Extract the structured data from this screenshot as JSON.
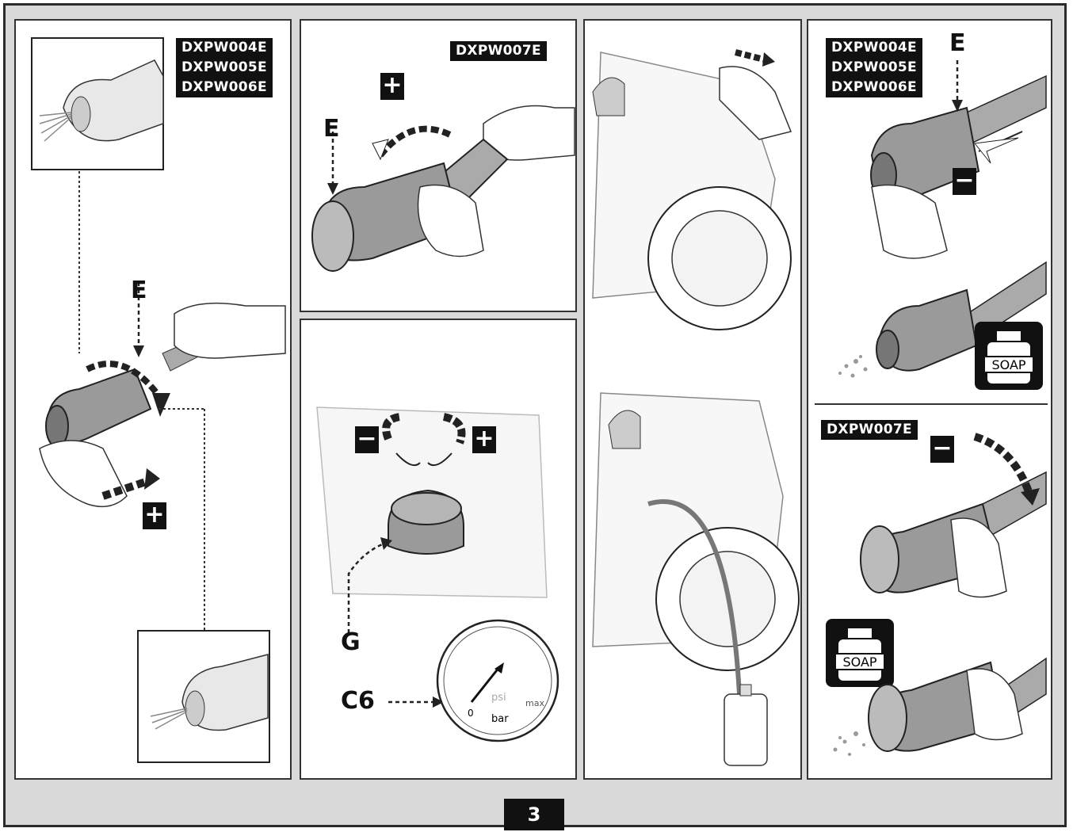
{
  "page_number": "3",
  "panels": {
    "p1": {
      "label": "DXPW004E\nDXPW005E\nDXPW006E",
      "letter": "E",
      "sign": "+"
    },
    "p2": {
      "label": "DXPW007E",
      "letter": "E",
      "sign": "+"
    },
    "p3": {
      "letter_g": "G",
      "letter_c6": "C6",
      "sign_minus": "−",
      "sign_plus": "+",
      "gauge": {
        "zero": "0",
        "unit_psi": "psi",
        "max": "max",
        "unit_bar": "bar"
      }
    },
    "p5_top": {
      "label": "DXPW004E\nDXPW005E\nDXPW006E",
      "letter": "E",
      "sign": "−",
      "soap": "SOAP"
    },
    "p5_bottom": {
      "label": "DXPW007E",
      "sign": "−",
      "soap": "SOAP"
    }
  },
  "colors": {
    "frame_bg": "#d9d9d9",
    "ink": "#111111",
    "panel_bg": "#ffffff"
  }
}
